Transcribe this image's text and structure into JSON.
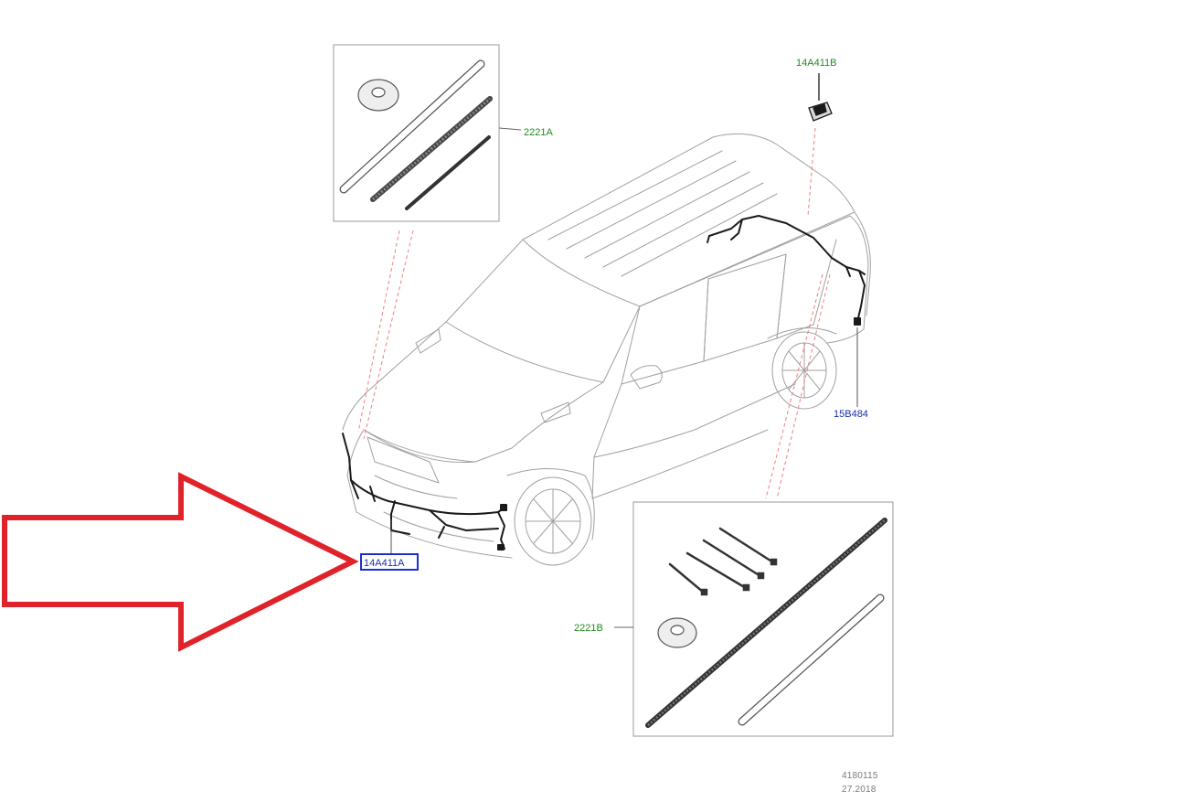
{
  "callouts": {
    "kit_a": "2221A",
    "rear_harness": "14A411B",
    "side_harness": "15B484",
    "front_harness": "14A411A",
    "kit_b": "2221B"
  },
  "footer": {
    "drawing_number": "4180115",
    "date": "27.2018"
  },
  "colors": {
    "callout_green": "#1f8a1f",
    "callout_blue": "#1a2fa8",
    "highlight_box": "#1a2fd0",
    "arrow_red": "#e0232b",
    "leader_red": "#f08080",
    "outline_gray": "#9a9a9a",
    "wire_black": "#1a1a1a"
  },
  "icons": [
    "red-pointer-arrow"
  ]
}
